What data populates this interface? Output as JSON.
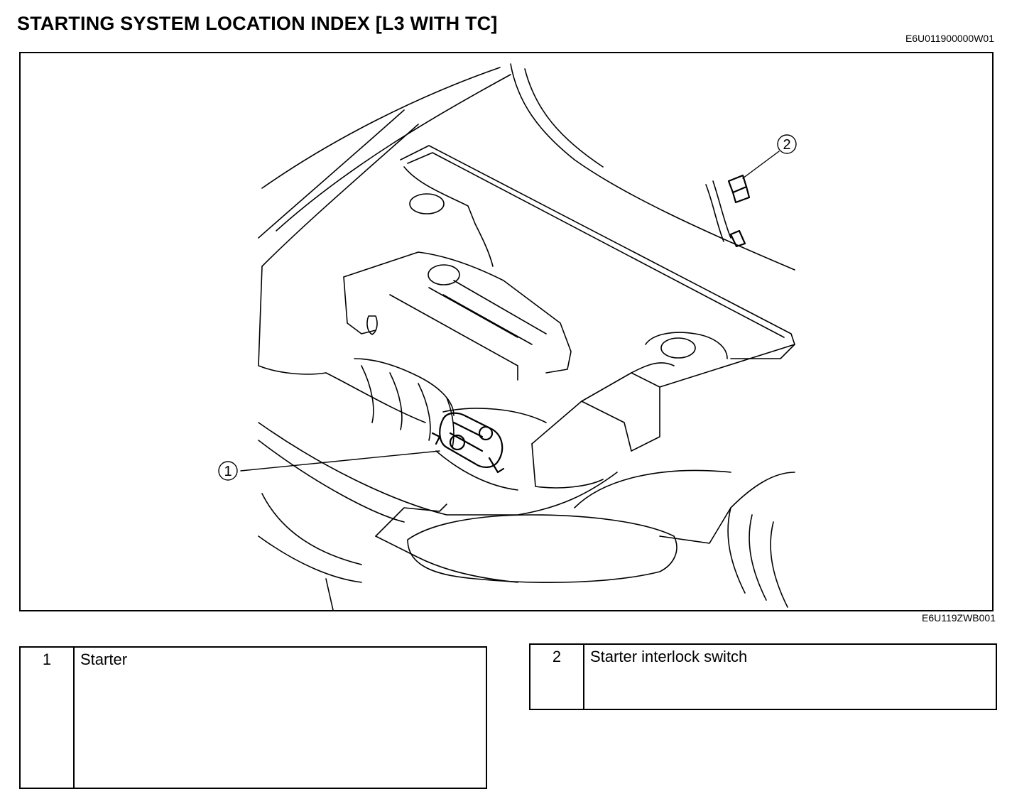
{
  "document": {
    "title": "STARTING SYSTEM LOCATION INDEX [L3 WITH TC]",
    "doc_code": "E6U011900000W01",
    "figure_code": "E6U119ZWB001"
  },
  "callouts": [
    {
      "number": "1",
      "name": "Starter"
    },
    {
      "number": "2",
      "name": "Starter interlock switch"
    }
  ],
  "legend": [
    {
      "number": "1",
      "label": "Starter"
    },
    {
      "number": "2",
      "label": "Starter interlock switch"
    }
  ]
}
